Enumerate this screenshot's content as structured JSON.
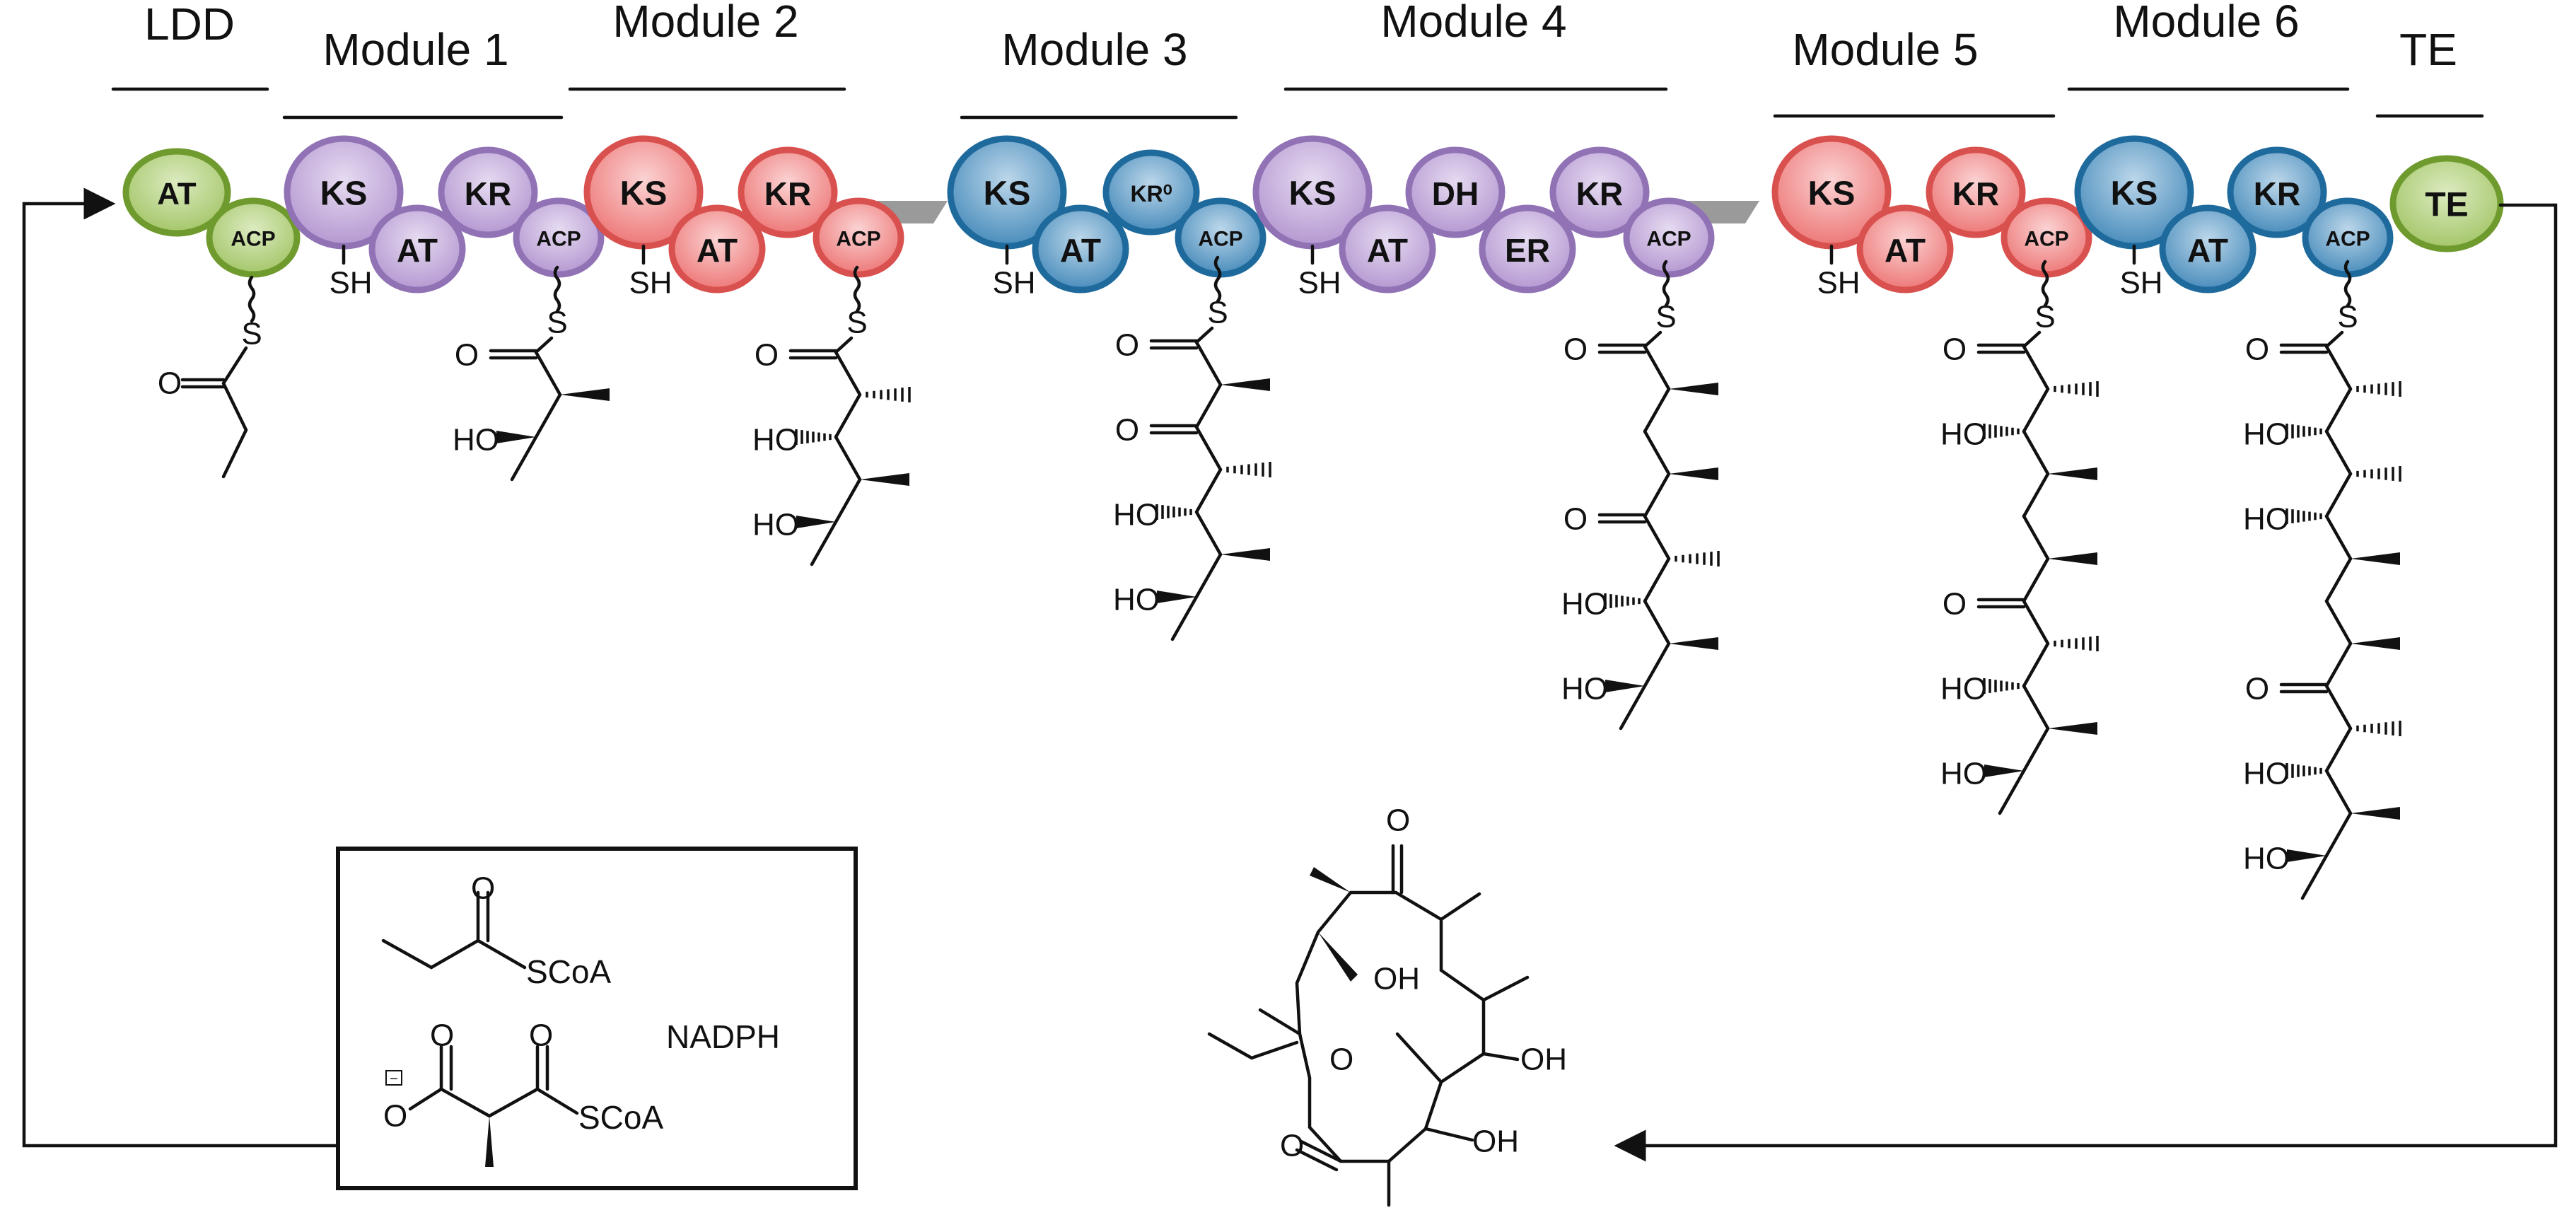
{
  "modules": [
    {
      "title": "LDD",
      "domains": [
        {
          "label": "AT",
          "color": "green"
        },
        {
          "label": "ACP",
          "color": "green"
        }
      ]
    },
    {
      "title": "Module 1",
      "domains": [
        {
          "label": "KS",
          "color": "purple"
        },
        {
          "label": "AT",
          "color": "purple"
        },
        {
          "label": "KR",
          "color": "purple"
        },
        {
          "label": "ACP",
          "color": "purple"
        }
      ]
    },
    {
      "title": "Module 2",
      "domains": [
        {
          "label": "KS",
          "color": "red"
        },
        {
          "label": "AT",
          "color": "red"
        },
        {
          "label": "KR",
          "color": "red"
        },
        {
          "label": "ACP",
          "color": "red"
        }
      ]
    },
    {
      "title": "Module 3",
      "domains": [
        {
          "label": "KS",
          "color": "blue"
        },
        {
          "label": "AT",
          "color": "blue"
        },
        {
          "label": "KR⁰",
          "color": "blue"
        },
        {
          "label": "ACP",
          "color": "blue"
        }
      ]
    },
    {
      "title": "Module 4",
      "domains": [
        {
          "label": "KS",
          "color": "purple"
        },
        {
          "label": "AT",
          "color": "purple"
        },
        {
          "label": "DH",
          "color": "purple"
        },
        {
          "label": "ER",
          "color": "purple"
        },
        {
          "label": "KR",
          "color": "purple"
        },
        {
          "label": "ACP",
          "color": "purple"
        }
      ]
    },
    {
      "title": "Module 5",
      "domains": [
        {
          "label": "KS",
          "color": "red"
        },
        {
          "label": "AT",
          "color": "red"
        },
        {
          "label": "KR",
          "color": "red"
        },
        {
          "label": "ACP",
          "color": "red"
        }
      ]
    },
    {
      "title": "Module 6",
      "domains": [
        {
          "label": "KS",
          "color": "blue"
        },
        {
          "label": "AT",
          "color": "blue"
        },
        {
          "label": "KR",
          "color": "blue"
        },
        {
          "label": "ACP",
          "color": "blue"
        }
      ]
    },
    {
      "title": "TE",
      "domains": [
        {
          "label": "TE",
          "color": "green"
        }
      ]
    }
  ],
  "colors": {
    "green": {
      "fill": "#a6c76c",
      "light": "#dcebc0",
      "stroke": "#6f9a2e"
    },
    "purple": {
      "fill": "#b69ad2",
      "light": "#e6dbf1",
      "stroke": "#9072b5"
    },
    "red": {
      "fill": "#ee7b7b",
      "light": "#fbd3d3",
      "stroke": "#d9514f"
    },
    "blue": {
      "fill": "#4d8fbd",
      "light": "#bcd7ea",
      "stroke": "#1f6a9c"
    },
    "linker": "#9a9a9a"
  },
  "labels": {
    "thiol": "SH",
    "sulfur": "S",
    "oxygen": "O",
    "hydroxyl": "HO",
    "hydroxyl_right": "OH"
  },
  "substrates": {
    "propionyl_coa": "SCoA",
    "methylmalonyl_coa": "SCoA",
    "cofactor": "NADPH",
    "carboxylate_o": "O",
    "carboxylate_charge": "−",
    "carbonyl_o": "O"
  },
  "product": {
    "ring_oxygen": "O",
    "carbonyl_o": "O",
    "hydroxyls": [
      "OH",
      "OH",
      "OH"
    ]
  }
}
